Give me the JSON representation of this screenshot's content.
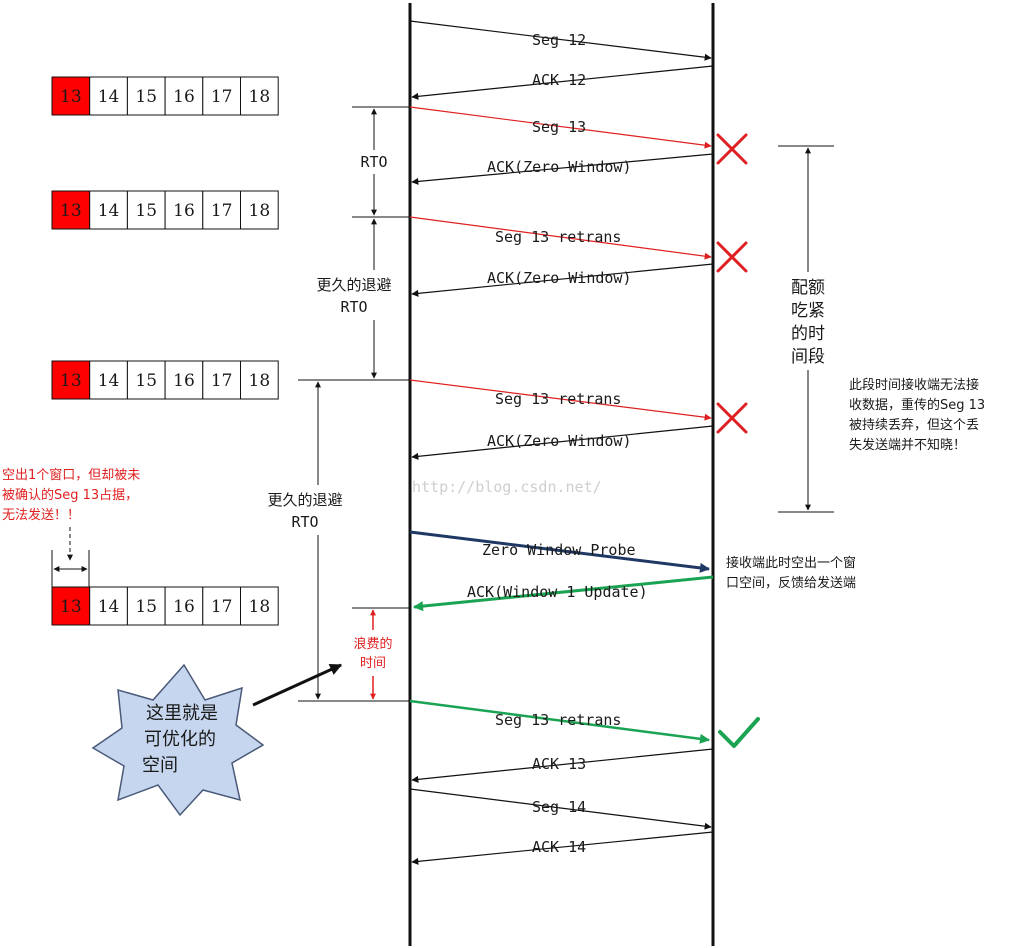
{
  "colors": {
    "black": "#111111",
    "red": "#e02020",
    "navy": "#1f3864",
    "green": "#1aa352",
    "star_fill": "#c5d6ee",
    "lost_cell": "#ff0000"
  },
  "messages": [
    {
      "label": "Seg 12",
      "color": "black"
    },
    {
      "label": "ACK  12",
      "color": "black"
    },
    {
      "label": "Seg 13",
      "color": "red"
    },
    {
      "label": "ACK(Zero Window)",
      "color": "black"
    },
    {
      "label": "Seg 13 retrans",
      "color": "red"
    },
    {
      "label": "ACK(Zero Window)",
      "color": "black"
    },
    {
      "label": "Seg 13 retrans",
      "color": "red"
    },
    {
      "label": "ACK(Zero Window)",
      "color": "black"
    },
    {
      "label": "Zero Window Probe",
      "color": "navy"
    },
    {
      "label": "ACK(Window 1 Update)",
      "color": "green"
    },
    {
      "label": "Seg 13 retrans",
      "color": "green"
    },
    {
      "label": "ACK 13",
      "color": "black"
    },
    {
      "label": "Seg 14",
      "color": "black"
    },
    {
      "label": "ACK 14",
      "color": "black"
    }
  ],
  "windows": [
    {
      "cells": [
        "13",
        "14",
        "15",
        "16",
        "17",
        "18"
      ]
    },
    {
      "cells": [
        "13",
        "14",
        "15",
        "16",
        "17",
        "18"
      ]
    },
    {
      "cells": [
        "13",
        "14",
        "15",
        "16",
        "17",
        "18"
      ]
    },
    {
      "cells": [
        "13",
        "14",
        "15",
        "16",
        "17",
        "18"
      ]
    }
  ],
  "labels": {
    "rto": "RTO",
    "longer_backoff_1": "更久的退避",
    "longer_backoff_1_rto": "RTO",
    "longer_backoff_2": "更久的退避",
    "longer_backoff_2_rto": "RTO",
    "wasted_time_1": "浪费的",
    "wasted_time_2": "时间",
    "quota_lines": [
      "配额",
      "吃紧",
      "的时",
      "间段"
    ],
    "right_note_lines": [
      "此段时间接收端无法接",
      "收数据，重传的Seg 13",
      "被持续丢弃，但这个丢",
      "失发送端并不知晓！"
    ],
    "receiver_note_lines": [
      "接收端此时空出一个窗",
      "口空间，反馈给发送端"
    ],
    "left_note_lines": [
      "空出1个窗口，但却被未",
      "被确认的Seg 13占据，",
      "无法发送！！"
    ],
    "star_lines": [
      "这里就是",
      "可优化的",
      "空间"
    ],
    "watermark": "http://blog.csdn.net/"
  },
  "status_marks": [
    {
      "mark": "cross"
    },
    {
      "mark": "cross"
    },
    {
      "mark": "cross"
    },
    {
      "mark": "check"
    }
  ]
}
